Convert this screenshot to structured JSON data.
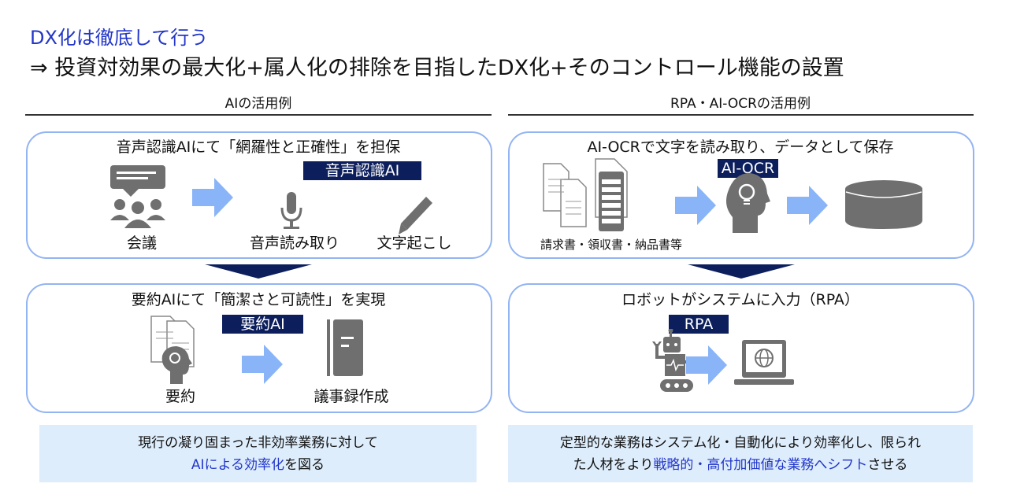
{
  "header": {
    "title": "DX化は徹底して行う",
    "subtitle": "⇒ 投資対効果の最大化+属人化の排除を目指したDX化+そのコントロール機能の設置"
  },
  "left": {
    "section_title": "AIの活用例",
    "box1": {
      "title": "音声認識AIにて「網羅性と正確性」を担保",
      "tag": "音声認識AI",
      "labels": [
        "会議",
        "音声読み取り",
        "文字起こし"
      ]
    },
    "box2": {
      "title": "要約AIにて「簡潔さと可読性」を実現",
      "tag": "要約AI",
      "labels": [
        "要約",
        "議事録作成"
      ]
    },
    "note": {
      "line1": "現行の凝り固まった非効率業務に対して",
      "line2_highlight": "AIによる効率化",
      "line2_rest": "を図る"
    }
  },
  "right": {
    "section_title": "RPA・AI-OCRの活用例",
    "box1": {
      "title": "AI-OCRで文字を読み取り、データとして保存",
      "tag": "AI-OCR",
      "labels": [
        "請求書・領収書・納品書等"
      ]
    },
    "box2": {
      "title": "ロボットがシステムに入力（RPA）",
      "tag": "RPA"
    },
    "note": {
      "line1": "定型的な業務はシステム化・自動化により効率化し、限られ",
      "line2_pre": "た人材をより",
      "line2_highlight": "戦略的・高付加価値な業務へシフト",
      "line2_rest": "させる"
    }
  },
  "colors": {
    "accent": "#2236c8",
    "navy": "#0c1f5c",
    "arrow": "#8ab4f8",
    "border": "#93b4f2",
    "note_bg": "#deedfc",
    "icon": "#6f6f6f"
  }
}
